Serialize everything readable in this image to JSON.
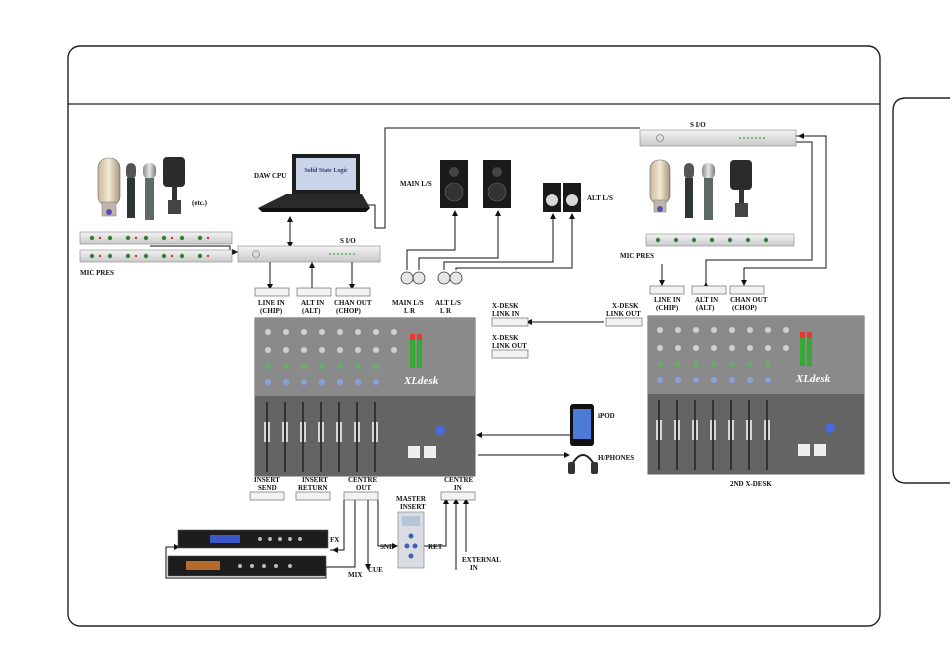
{
  "labels": {
    "daw_cpu": "DAW CPU",
    "sio_left": "S I/O",
    "sio_right": "S I/O",
    "main_ls": "MAIN L/S",
    "alt_ls": "ALT L/S",
    "etc": "(etc.)",
    "mic_pres_left": "MIC PRES",
    "mic_pres_right": "MIC PRES",
    "line_in_chip_1": "LINE IN",
    "line_in_chip_2": "(CHIP)",
    "alt_in_1": "ALT IN",
    "alt_in_2": "(ALT)",
    "chan_out_1": "CHAN OUT",
    "chan_out_2": "(CHOP)",
    "main_ls_conn": "MAIN L/S",
    "main_ls_lr": "L    R",
    "alt_ls_conn": "ALT L/S",
    "alt_ls_lr": "L    R",
    "xdesk_link_in_1": "X-DESK",
    "xdesk_link_in_2": "LINK IN",
    "xdesk_link_out_1": "X-DESK",
    "xdesk_link_out_2": "LINK OUT",
    "xdesk_link_out_mid_1": "X-DESK",
    "xdesk_link_out_mid_2": "LINK OUT",
    "ipod": "iPOD",
    "hphones": "H/PHONES",
    "insert_send_1": "INSERT",
    "insert_send_2": "SEND",
    "insert_return_1": "INSERT",
    "insert_return_2": "RETURN",
    "centre_out_1": "CENTRE",
    "centre_out_2": "OUT",
    "centre_in_1": "CENTRE",
    "centre_in_2": "IN",
    "master_insert_1": "MASTER",
    "master_insert_2": "INSERT",
    "fx": "FX",
    "snd": "SND",
    "ret": "RET",
    "mix": "MIX",
    "cue": "CUE",
    "external_in_1": "EXTERNAL",
    "external_in_2": "IN",
    "second_xdesk": "2ND X-DESK",
    "r_line_in_1": "LINE IN",
    "r_line_in_2": "(CHIP)",
    "r_alt_in_1": "ALT IN",
    "r_alt_in_2": "(ALT)",
    "r_chan_out_1": "CHAN OUT",
    "r_chan_out_2": "(CHOP)",
    "laptop_brand": "Solid State Logic",
    "xl_logo": "XLdesk",
    "xl_logo_right": "XLdesk"
  }
}
